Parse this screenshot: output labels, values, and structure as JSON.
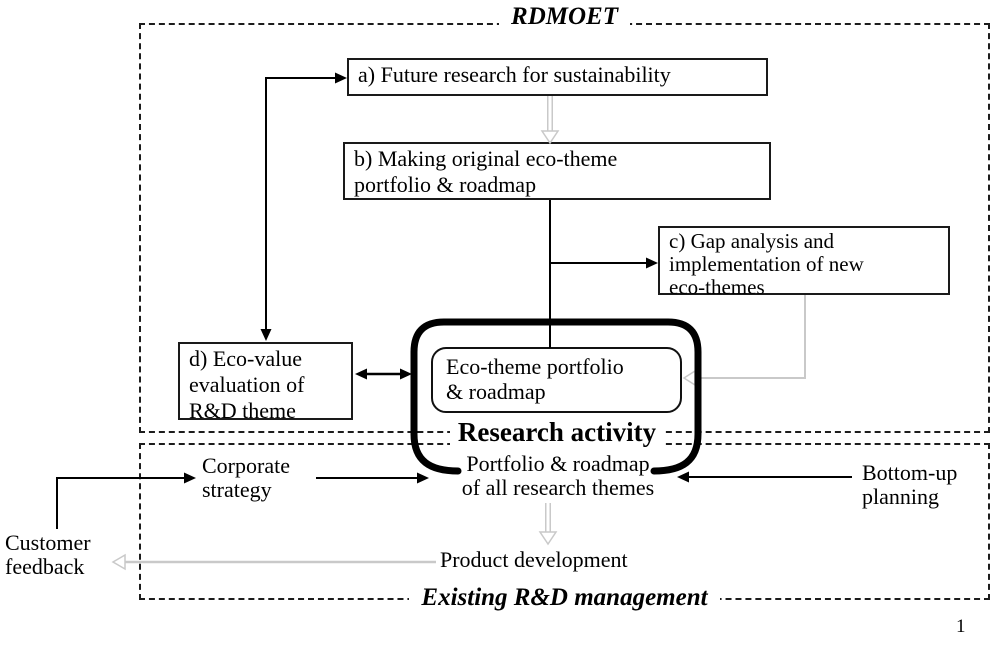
{
  "page": {
    "number": "1"
  },
  "colors": {
    "line": "#000000",
    "gray_arrow": "#c9c9c9",
    "border": "#1a1a1a"
  },
  "rdmoet": {
    "title": "RDMOET",
    "boxes": {
      "a": "a) Future research for sustainability",
      "b": "b) Making original eco-theme\nportfolio & roadmap",
      "c": "c) Gap analysis and\nimplementation of new\neco-themes",
      "d": "d) Eco-value\nevaluation of\nR&D theme"
    },
    "research_activity": {
      "label": "Research activity",
      "inner_box": "Eco-theme portfolio\n& roadmap"
    }
  },
  "existing": {
    "title": "Existing R&D management",
    "nodes": {
      "corporate_strategy": "Corporate\nstrategy",
      "portfolio_all": "Portfolio & roadmap\nof all research themes",
      "bottom_up": "Bottom-up\nplanning",
      "product_development": "Product development"
    }
  },
  "outside": {
    "customer_feedback": "Customer\nfeedback"
  }
}
